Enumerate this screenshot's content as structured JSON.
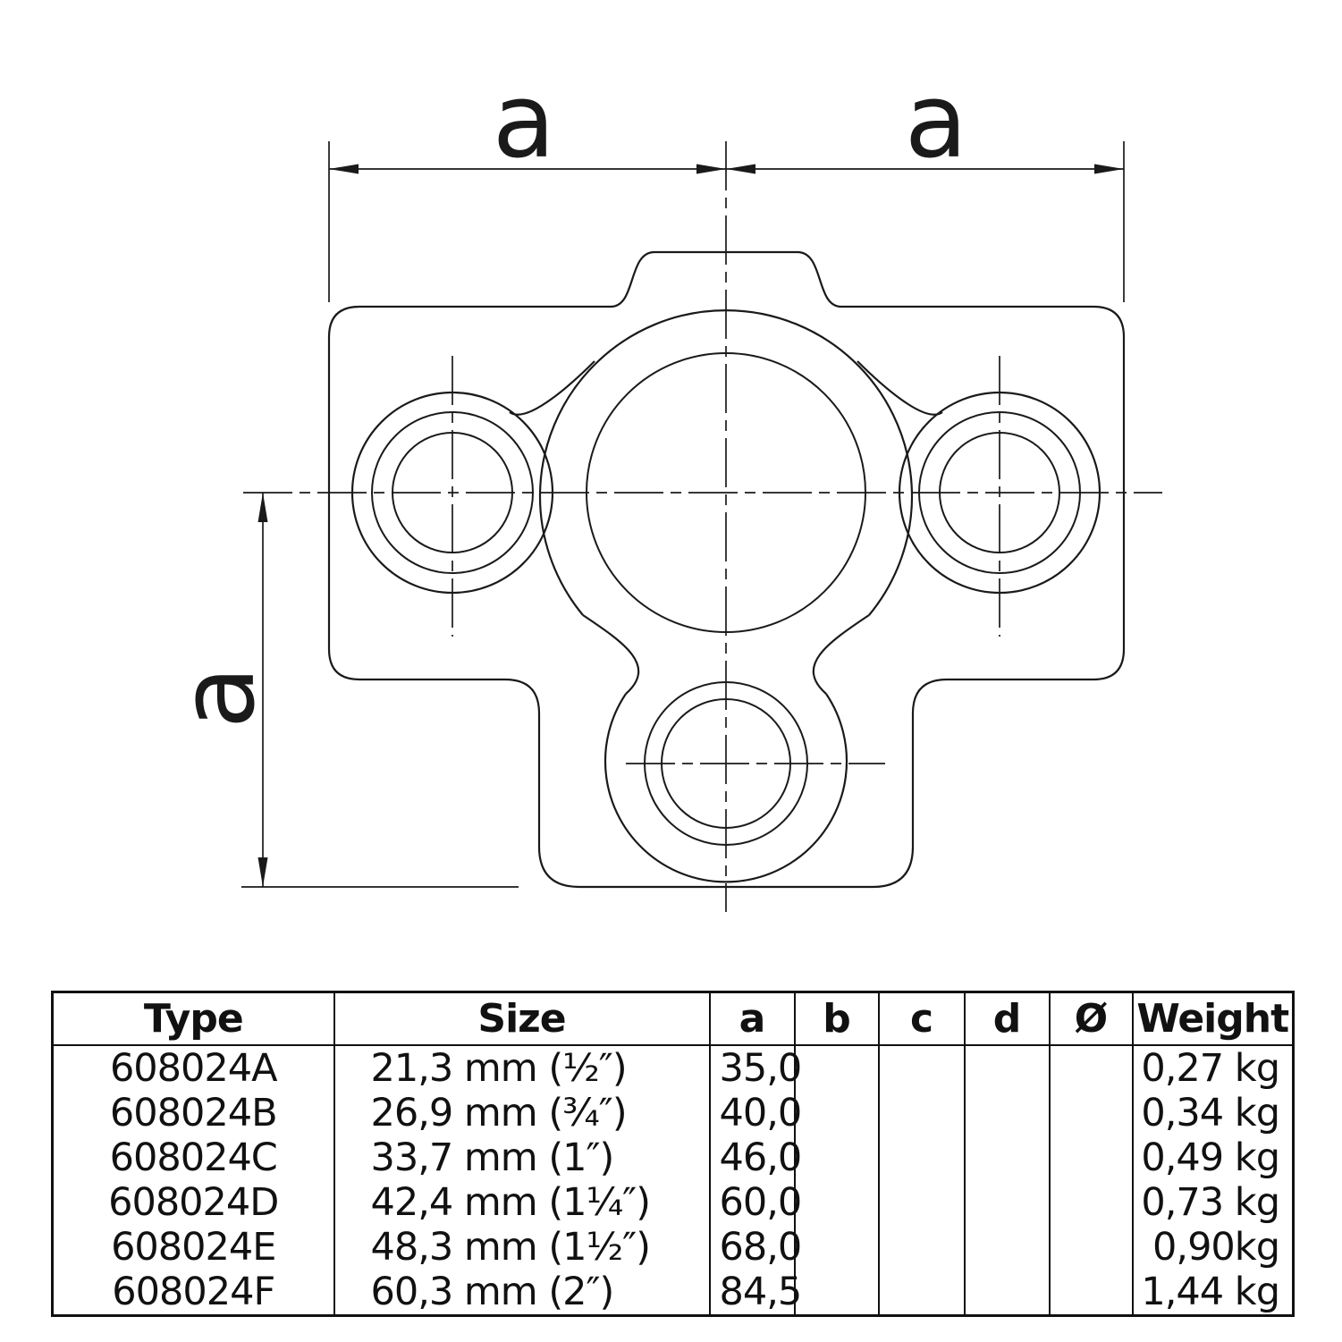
{
  "drawing": {
    "labels": {
      "top_left_dim": "a",
      "top_right_dim": "a",
      "left_dim": "a"
    }
  },
  "table": {
    "headers": [
      "Type",
      "Size",
      "a",
      "b",
      "c",
      "d",
      "Ø",
      "Weight"
    ],
    "rows": [
      {
        "type": "608024A",
        "size": "21,3 mm (½″)",
        "a": "35,0",
        "b": "",
        "c": "",
        "d": "",
        "dia": "",
        "weight": "0,27 kg"
      },
      {
        "type": "608024B",
        "size": "26,9 mm (¾″)",
        "a": "40,0",
        "b": "",
        "c": "",
        "d": "",
        "dia": "",
        "weight": "0,34 kg"
      },
      {
        "type": "608024C",
        "size": "33,7 mm (1″)",
        "a": "46,0",
        "b": "",
        "c": "",
        "d": "",
        "dia": "",
        "weight": "0,49 kg"
      },
      {
        "type": "608024D",
        "size": "42,4 mm (1¼″)",
        "a": "60,0",
        "b": "",
        "c": "",
        "d": "",
        "dia": "",
        "weight": "0,73 kg"
      },
      {
        "type": "608024E",
        "size": "48,3 mm (1½″)",
        "a": "68,0",
        "b": "",
        "c": "",
        "d": "",
        "dia": "",
        "weight": "0,90kg"
      },
      {
        "type": "608024F",
        "size": "60,3 mm (2″)",
        "a": "84,5",
        "b": "",
        "c": "",
        "d": "",
        "dia": "",
        "weight": "1,44 kg"
      }
    ]
  },
  "colors": {
    "line": "#1a1a1a",
    "background": "#ffffff"
  }
}
